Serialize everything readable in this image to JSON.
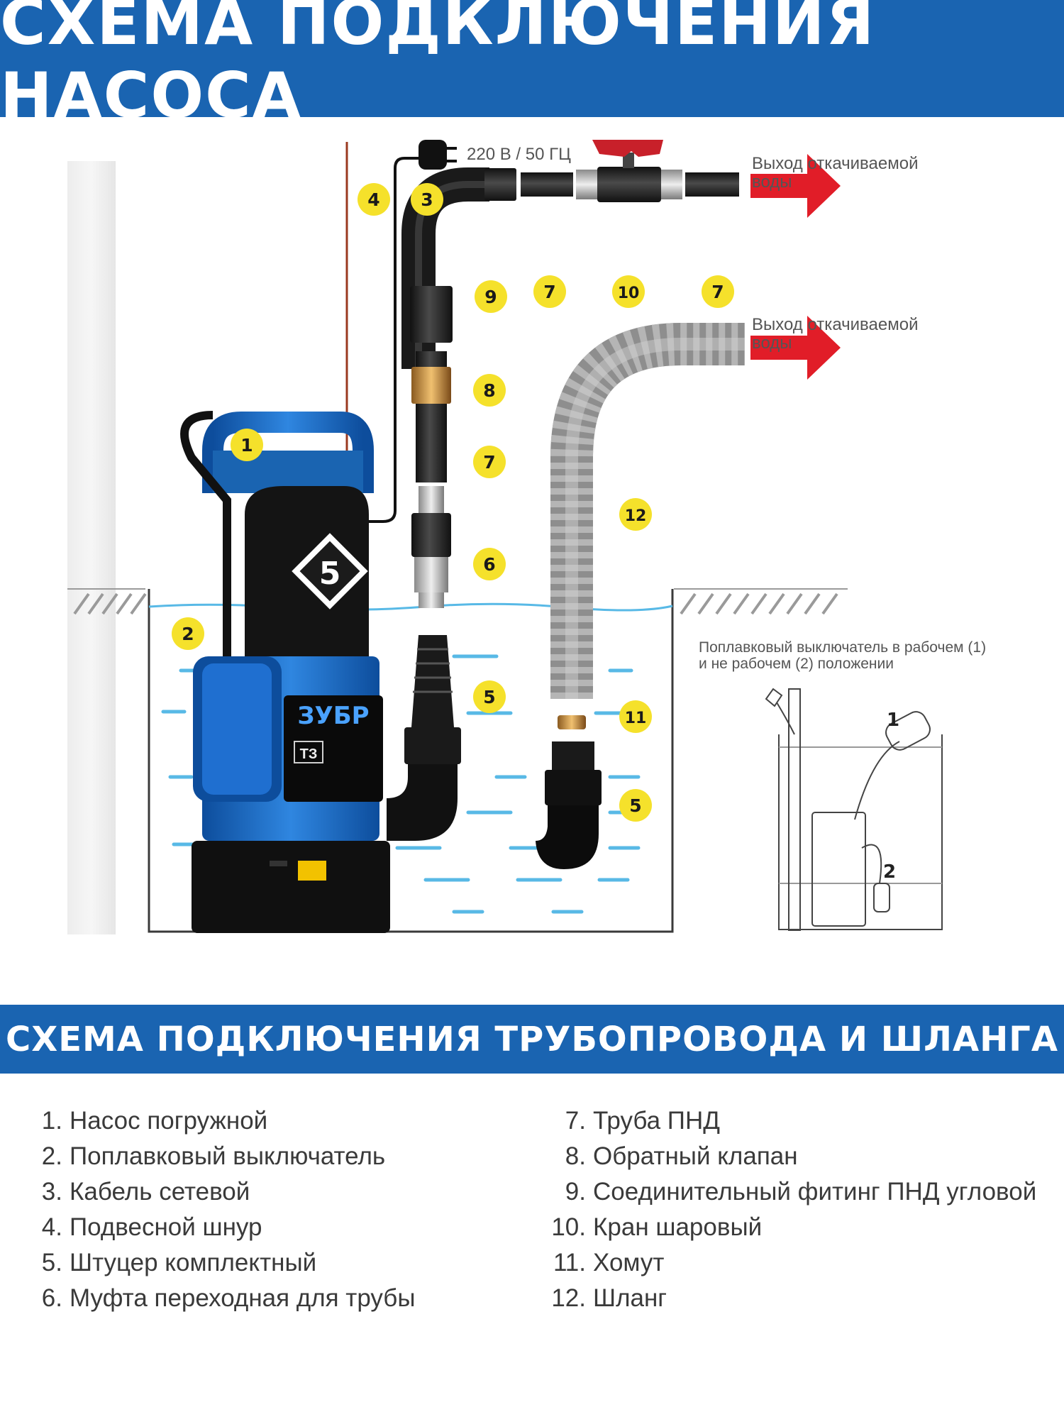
{
  "header": {
    "title": "СХЕМА ПОДКЛЮЧЕНИЯ НАСОСА"
  },
  "subheader": {
    "title": "СХЕМА ПОДКЛЮЧЕНИЯ ТРУБОПРОВОДА И ШЛАНГА"
  },
  "diagram": {
    "power_label": "220 В / 50 ГЦ",
    "outlet_top_line1": "Выход откачиваемой",
    "outlet_top_line2": "воды",
    "outlet_bottom_line1": "Выход откачиваемой",
    "outlet_bottom_line2": "воды",
    "float_note_line1": "Поплавковый выключатель в рабочем (1)",
    "float_note_line2": "и не рабочем (2) положении",
    "inset_mark_1": "1",
    "inset_mark_2": "2",
    "pump_brand": "ЗУБР",
    "pump_badge": "5",
    "pump_series": "ТЗ",
    "markers": [
      "1",
      "2",
      "3",
      "4",
      "5",
      "6",
      "7",
      "8",
      "9",
      "10",
      "7",
      "7",
      "11",
      "12",
      "5"
    ],
    "colors": {
      "brand_blue": "#1a64b1",
      "marker_yellow": "#f5e12b",
      "arrow_red": "#e11d28",
      "water_blue": "#58b9e6"
    }
  },
  "legend": {
    "left": [
      {
        "num": "1.",
        "text": "Насос погружной"
      },
      {
        "num": "2.",
        "text": "Поплавковый выключатель"
      },
      {
        "num": "3.",
        "text": "Кабель сетевой"
      },
      {
        "num": "4.",
        "text": "Подвесной шнур"
      },
      {
        "num": "5.",
        "text": "Штуцер комплектный"
      },
      {
        "num": "6.",
        "text": "Муфта переходная для трубы"
      }
    ],
    "right": [
      {
        "num": "7.",
        "text": "Труба ПНД"
      },
      {
        "num": "8.",
        "text": "Обратный клапан"
      },
      {
        "num": "9.",
        "text": "Соединительный фитинг ПНД угловой"
      },
      {
        "num": "10.",
        "text": "Кран шаровый"
      },
      {
        "num": "11.",
        "text": "Хомут"
      },
      {
        "num": "12.",
        "text": "Шланг"
      }
    ]
  }
}
